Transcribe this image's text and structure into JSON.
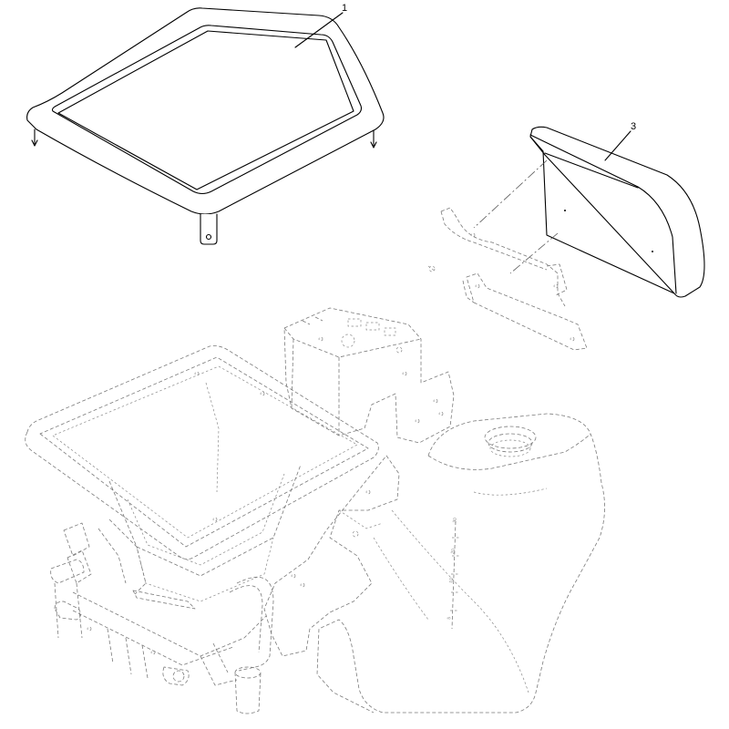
{
  "callouts": [
    {
      "id": "callout-1",
      "label": "1"
    },
    {
      "id": "callout-3",
      "label": "3"
    }
  ],
  "gauge_marks": [
    "30",
    "20",
    "10",
    "5"
  ]
}
